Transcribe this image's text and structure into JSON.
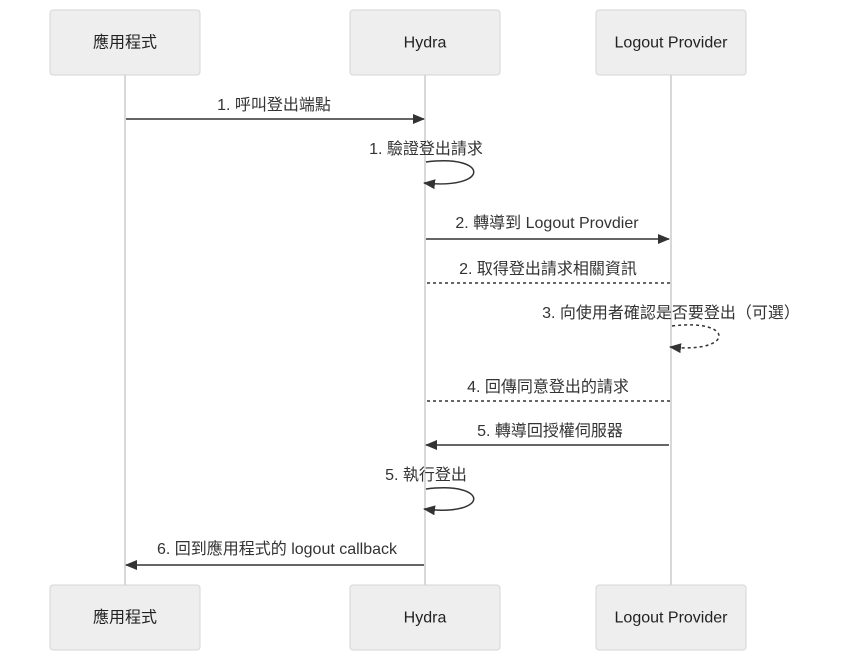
{
  "actors": [
    {
      "id": "app",
      "label": "應用程式"
    },
    {
      "id": "hydra",
      "label": "Hydra"
    },
    {
      "id": "logout",
      "label": "Logout Provider"
    }
  ],
  "messages": [
    {
      "from": "app",
      "to": "hydra",
      "label": "1. 呼叫登出端點",
      "style": "solid"
    },
    {
      "from": "hydra",
      "to": "hydra",
      "label": "1. 驗證登出請求",
      "style": "solid"
    },
    {
      "from": "hydra",
      "to": "logout",
      "label": "2. 轉導到 Logout Provdier",
      "style": "solid"
    },
    {
      "from": "logout",
      "to": "hydra",
      "label": "2. 取得登出請求相關資訊",
      "style": "dashed"
    },
    {
      "from": "logout",
      "to": "logout",
      "label": "3. 向使用者確認是否要登出（可選）",
      "style": "dashed"
    },
    {
      "from": "logout",
      "to": "hydra",
      "label": "4. 回傳同意登出的請求",
      "style": "dashed"
    },
    {
      "from": "logout",
      "to": "hydra",
      "label": "5. 轉導回授權伺服器",
      "style": "solid"
    },
    {
      "from": "hydra",
      "to": "hydra",
      "label": "5. 執行登出",
      "style": "solid"
    },
    {
      "from": "hydra",
      "to": "app",
      "label": "6. 回到應用程式的 logout callback",
      "style": "solid"
    }
  ]
}
